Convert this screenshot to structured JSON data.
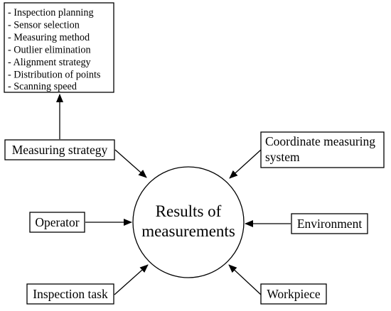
{
  "diagram": {
    "center": {
      "line1": "Results of",
      "line2": "measurements"
    },
    "strategy_details": [
      "- Inspection planning",
      "- Sensor selection",
      "- Measuring method",
      "- Outlier elimination",
      "- Alignment strategy",
      "- Distribution of points",
      "- Scanning speed"
    ],
    "nodes": {
      "measuring_strategy": "Measuring strategy",
      "cms_line1": "Coordinate measuring",
      "cms_line2": "system",
      "operator": "Operator",
      "environment": "Environment",
      "inspection_task": "Inspection task",
      "workpiece": "Workpiece"
    },
    "colors": {
      "stroke": "#000000",
      "background": "#ffffff"
    }
  }
}
